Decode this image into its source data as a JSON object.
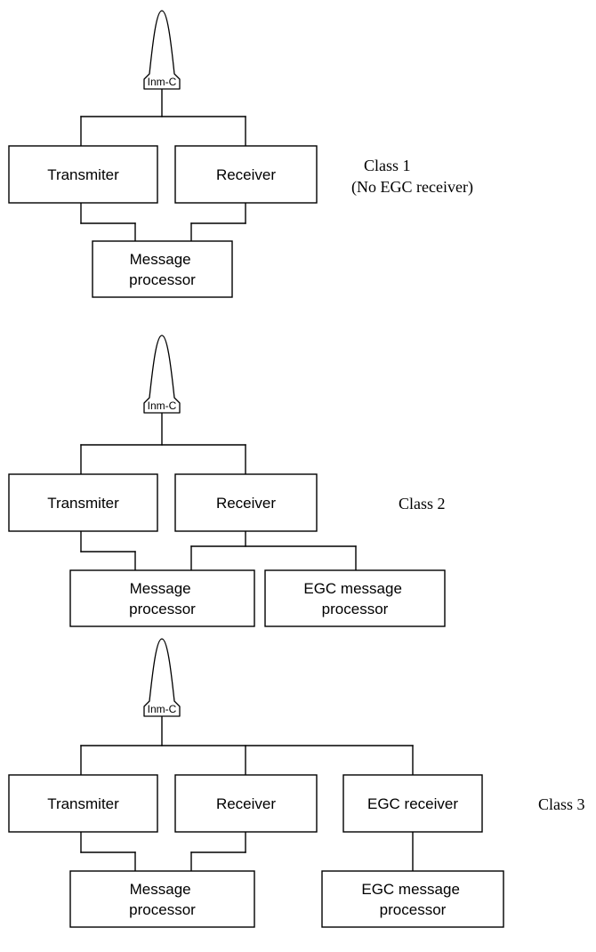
{
  "class1": {
    "antenna": "Inm-C",
    "transmitter": "Transmiter",
    "receiver": "Receiver",
    "message_processor": [
      "Message",
      "processor"
    ],
    "label": [
      "Class 1",
      "(No EGC receiver)"
    ]
  },
  "class2": {
    "antenna": "Inm-C",
    "transmitter": "Transmiter",
    "receiver": "Receiver",
    "message_processor": [
      "Message",
      "processor"
    ],
    "egc_message_processor": [
      "EGC message",
      "processor"
    ],
    "label": "Class 2"
  },
  "class3": {
    "antenna": "Inm-C",
    "transmitter": "Transmiter",
    "receiver": "Receiver",
    "egc_receiver": "EGC receiver",
    "message_processor": [
      "Message",
      "processor"
    ],
    "egc_message_processor": [
      "EGC message",
      "processor"
    ],
    "label": "Class 3"
  }
}
